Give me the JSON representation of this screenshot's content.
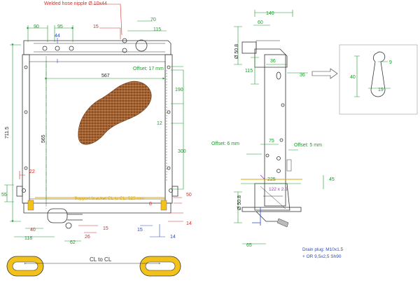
{
  "header": {
    "note": "Welded hose nipple  Ø 10x44"
  },
  "front": {
    "top_dims": [
      "90",
      "95",
      "44",
      "15",
      "70",
      "115"
    ],
    "width_567": "567",
    "height_711": "711.5",
    "height_565": "565",
    "offset_17": "Offset: 17 mm",
    "dim_190": "190",
    "dim_12": "12",
    "dim_300": "300",
    "dim_22": "22",
    "dim_55": "55",
    "dim_50": "50",
    "support_bracket": "Support bracket CL to CL: 525 mm",
    "dim_8": "8",
    "dim_40": "40",
    "dim_118": "118",
    "dim_26": "26",
    "dim_15a": "15",
    "dim_62": "62",
    "dim_15b": "15",
    "dim_14a": "14",
    "dim_14b": "14"
  },
  "side": {
    "dim_140": "140",
    "dim_60": "60",
    "dia_top": "Ø 50.8",
    "dim_115": "115",
    "dim_36a": "36",
    "dim_36b": "36",
    "offset_6": "Offset: 6 mm",
    "dim_75": "75",
    "offset_5": "Offset: 5 mm",
    "dim_225": "225",
    "dim_122": "122 x 2.5",
    "dim_45": "45",
    "dia_bottom": "Ø 50.8",
    "dim_65": "65",
    "drain_plug": "Drain plug: M10x1.5",
    "o_ring": "+ OR 9,5x2,5 Sh90"
  },
  "detail": {
    "dim_9": "9",
    "dim_40": "40",
    "dim_19": "19"
  },
  "bottom": {
    "cl_label": "CL to CL"
  }
}
